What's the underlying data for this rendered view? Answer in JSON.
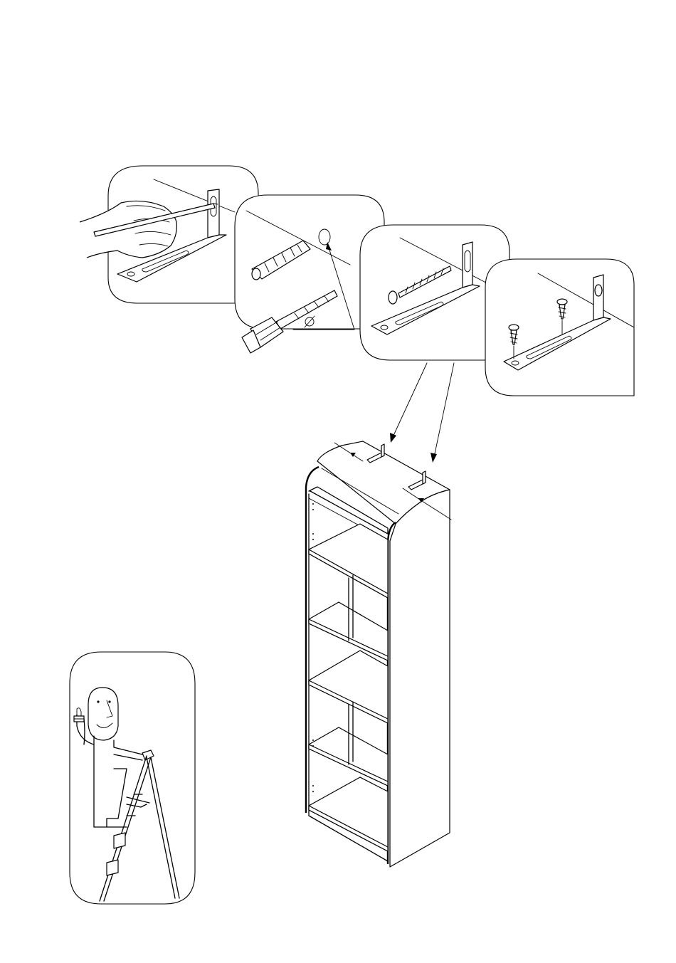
{
  "document": {
    "kind": "assembly-instruction-page",
    "panels": [
      {
        "id": "step-mark-holes",
        "icon": "pencil-marking-icon"
      },
      {
        "id": "step-drill-plug",
        "icon": "drill-and-wall-plug-icon"
      },
      {
        "id": "step-screw-bracket-wall",
        "icon": "wall-screw-icon"
      },
      {
        "id": "step-screw-bracket-shelf",
        "icon": "wood-screws-icon"
      },
      {
        "id": "step-two-person-ladder",
        "icon": "ladder-person-icon"
      }
    ],
    "main_illustration": {
      "icon": "bookcase-icon",
      "shelves": 5
    },
    "colors": {
      "ink": "#000000",
      "paper": "#ffffff"
    }
  }
}
